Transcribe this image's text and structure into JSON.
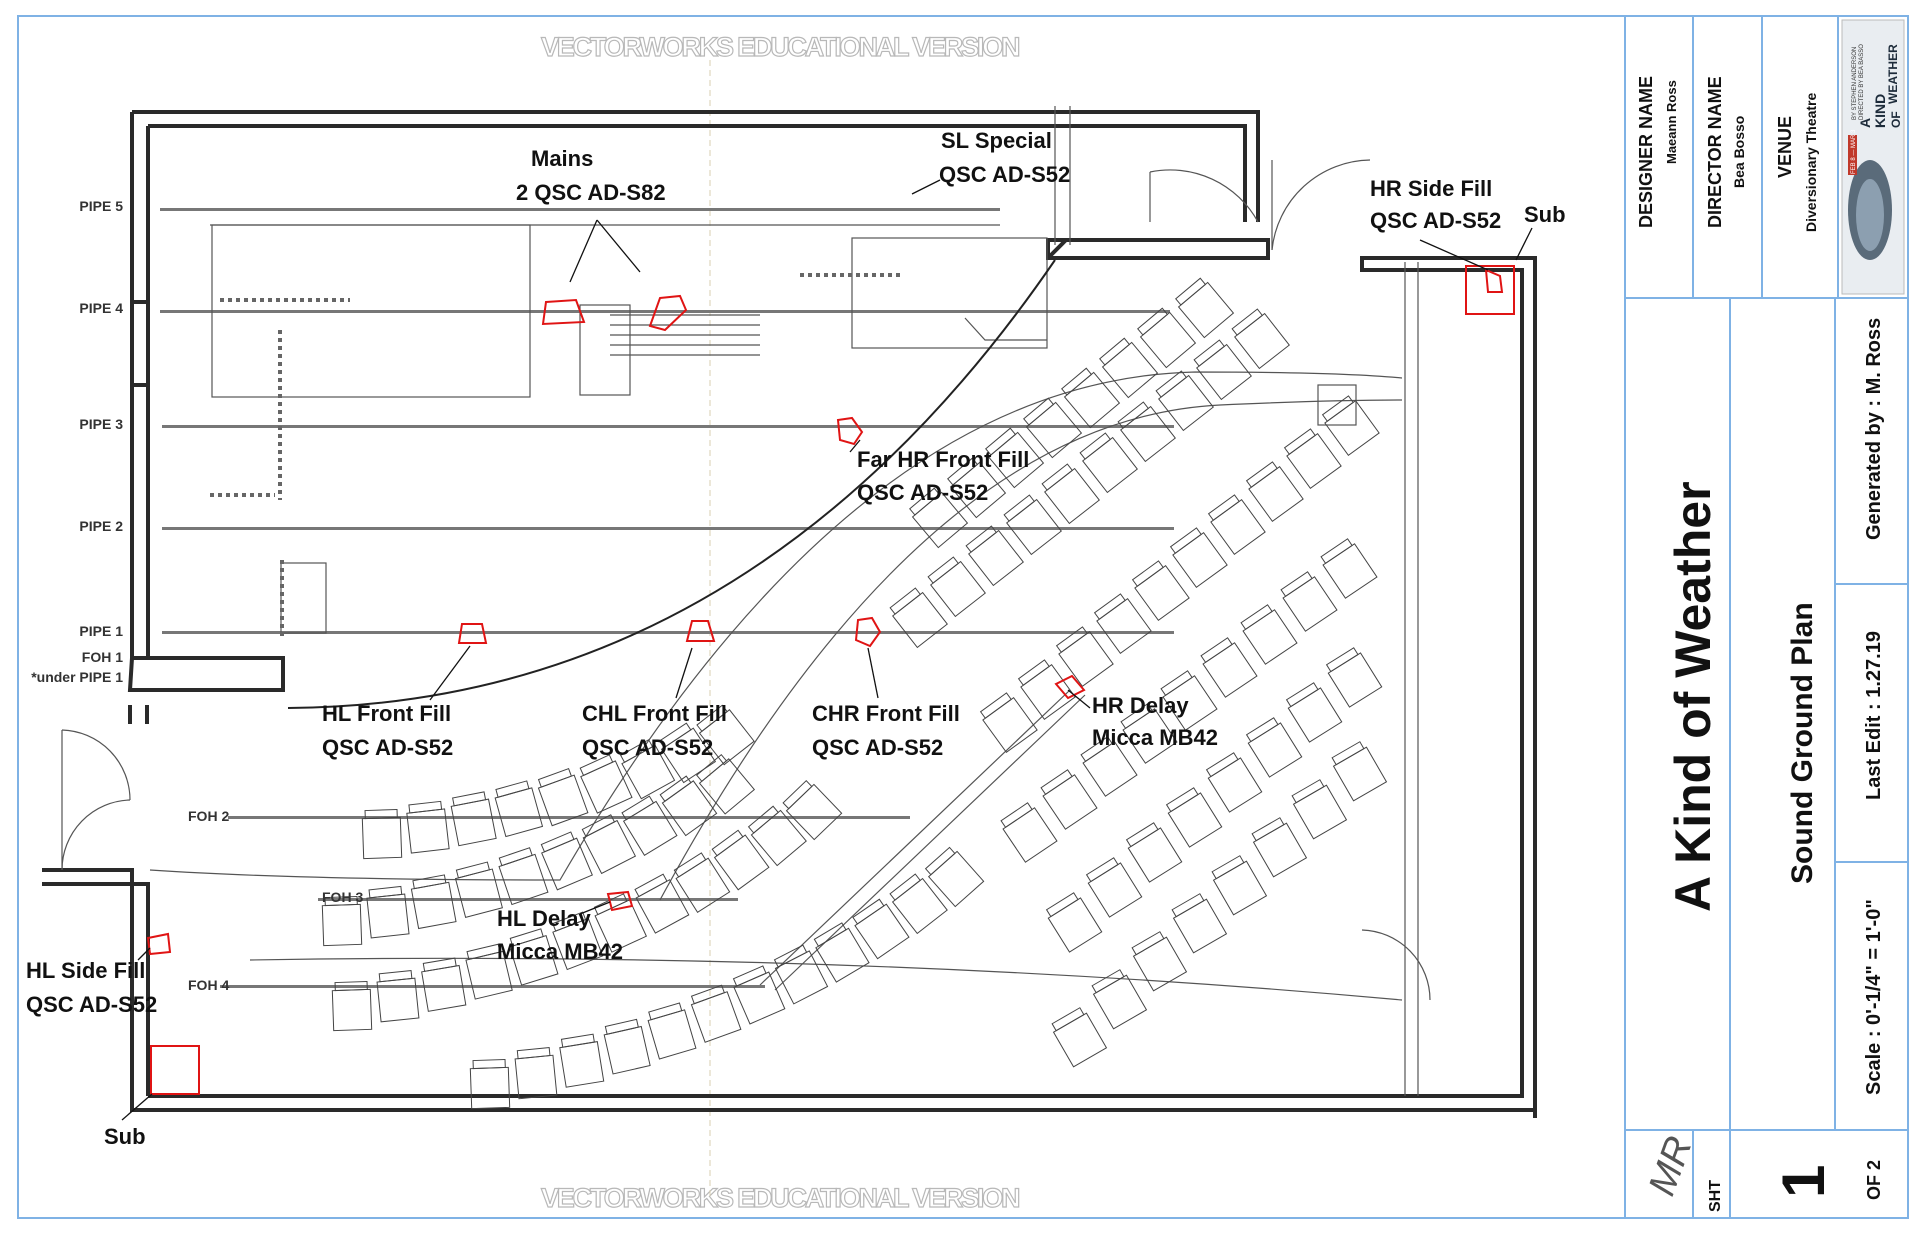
{
  "watermark": "VECTORWORKS EDUCATIONAL VERSION",
  "pipes": [
    "PIPE 5",
    "PIPE 4",
    "PIPE 3",
    "PIPE 2",
    "PIPE 1"
  ],
  "foh": {
    "foh1": "FOH 1",
    "foh1_note": "*under PIPE 1",
    "foh2": "FOH 2",
    "foh3": "FOH 3",
    "foh4": "FOH 4"
  },
  "speakers": {
    "mains": {
      "name": "Mains",
      "model": "2 QSC AD-S82"
    },
    "sl_special": {
      "name": "SL Special",
      "model": "QSC AD-S52"
    },
    "hr_side_fill": {
      "name": "HR Side Fill",
      "model": "QSC AD-S52"
    },
    "sub_right": {
      "name": "Sub"
    },
    "far_hr_front_fill": {
      "name": "Far HR Front Fill",
      "model": "QSC AD-S52"
    },
    "hl_front_fill": {
      "name": "HL Front Fill",
      "model": "QSC AD-S52"
    },
    "chl_front_fill": {
      "name": "CHL Front Fill",
      "model": "QSC AD-S52"
    },
    "chr_front_fill": {
      "name": "CHR Front Fill",
      "model": "QSC AD-S52"
    },
    "hr_delay": {
      "name": "HR Delay",
      "model": "Micca MB42"
    },
    "hl_delay": {
      "name": "HL Delay",
      "model": "Micca MB42"
    },
    "hl_side_fill": {
      "name": "HL Side Fill",
      "model": "QSC AD-S52"
    },
    "sub_left": {
      "name": "Sub"
    }
  },
  "title_block": {
    "designer_label": "DESIGNER NAME",
    "designer_value": "Maeann Ross",
    "director_label": "DIRECTOR NAME",
    "director_value": "Bea Bosso",
    "venue_label": "VENUE",
    "venue_value": "Diversionary Theatre",
    "show_title": "A Kind of Weather",
    "sheet_title": "Sound Ground Plan",
    "last_edit": "Last Edit : 1.27.19",
    "generated_by": "Generated by : M. Ross",
    "scale": "Scale : 0'-1/4\" = 1'-0\"",
    "sht_label": "SHT",
    "sht_number": "1",
    "of_total": "OF 2",
    "logo_text": "MR",
    "poster": {
      "line1": "A",
      "line2": "KIND",
      "line3": "OF",
      "line4": "WEATHER",
      "credit1": "BY STEPHEN ANDERSON",
      "credit2": "DIRECTED BY BEA BASSO",
      "dates": "FEB 8 — MAR 3"
    }
  }
}
